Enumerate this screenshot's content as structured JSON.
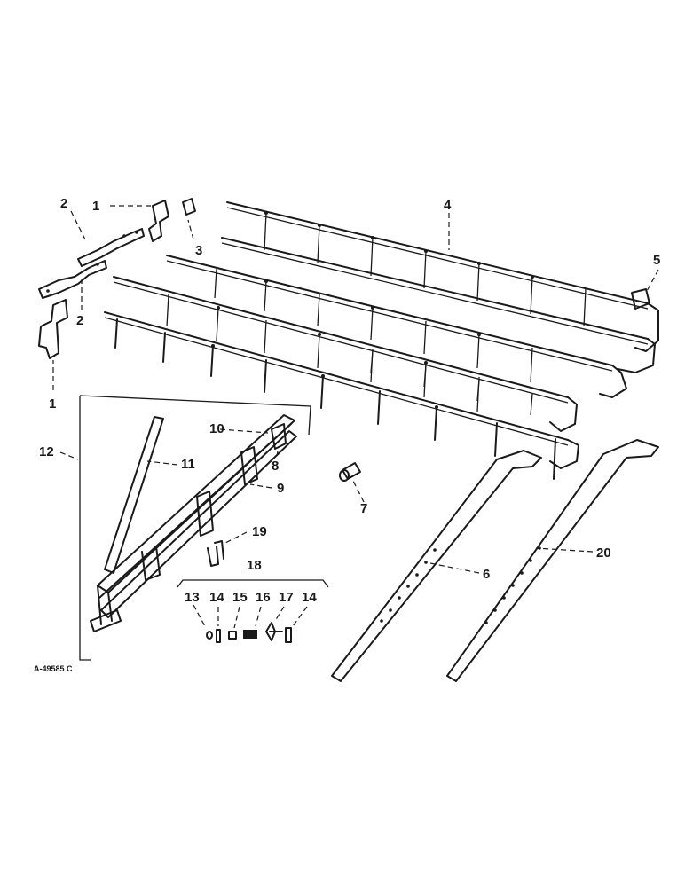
{
  "drawing_ref": "A-49585 C",
  "callouts": {
    "c1a": "1",
    "c1b": "1",
    "c2a": "2",
    "c2b": "2",
    "c3": "3",
    "c4": "4",
    "c5": "5",
    "c6": "6",
    "c7": "7",
    "c8": "8",
    "c9": "9",
    "c10": "10",
    "c11": "11",
    "c12": "12",
    "c13": "13",
    "c14a": "14",
    "c14b": "14",
    "c15": "15",
    "c16": "16",
    "c17": "17",
    "c18": "18",
    "c19": "19",
    "c20": "20"
  },
  "colors": {
    "ink": "#1a1a1a",
    "paper": "#ffffff"
  }
}
